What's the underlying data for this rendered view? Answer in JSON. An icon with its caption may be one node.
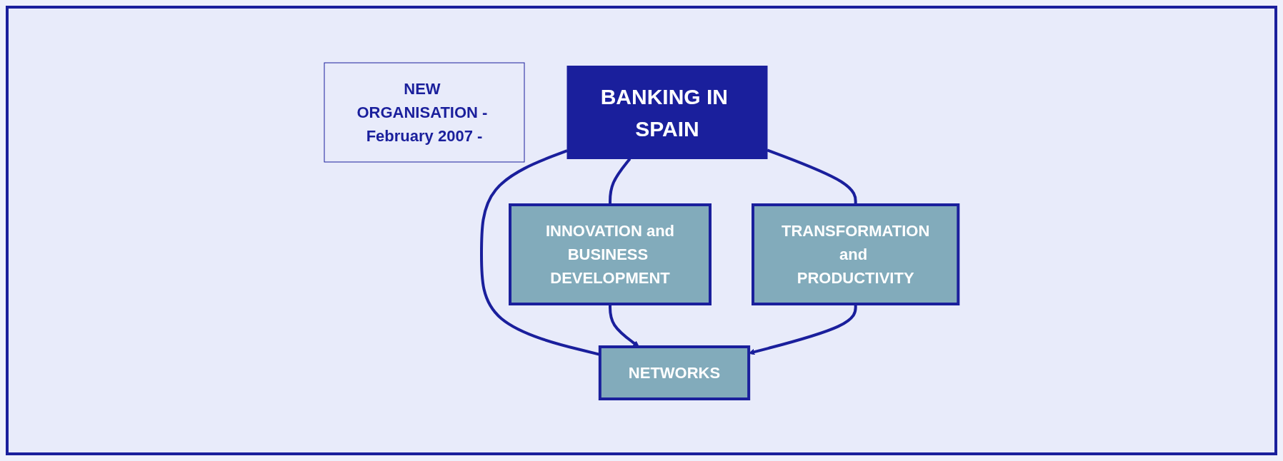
{
  "diagram": {
    "nodes": [
      {
        "text": [
          "NEW ORGANISATION - February 2007 -"
        ]
      },
      {
        "text": [
          "BANKING IN SPAIN"
        ]
      },
      {
        "text": [
          "INNOVATION and",
          "BUSINESS DEVELOPMENT"
        ]
      },
      {
        "text": [
          "NETWORKS"
        ]
      },
      {
        "text": [
          "TRANSFORMATION",
          "and PRODUCTIVITY"
        ]
      }
    ],
    "edges": [
      {
        "from": 1,
        "to": 2,
        "arrow": "none"
      },
      {
        "from": 1,
        "to": 3,
        "arrow": "none"
      },
      {
        "from": 1,
        "to": 4,
        "arrow": "none"
      },
      {
        "from": 2,
        "to": 3,
        "arrow": "to"
      },
      {
        "from": 4,
        "to": 3,
        "arrow": "to"
      }
    ]
  }
}
